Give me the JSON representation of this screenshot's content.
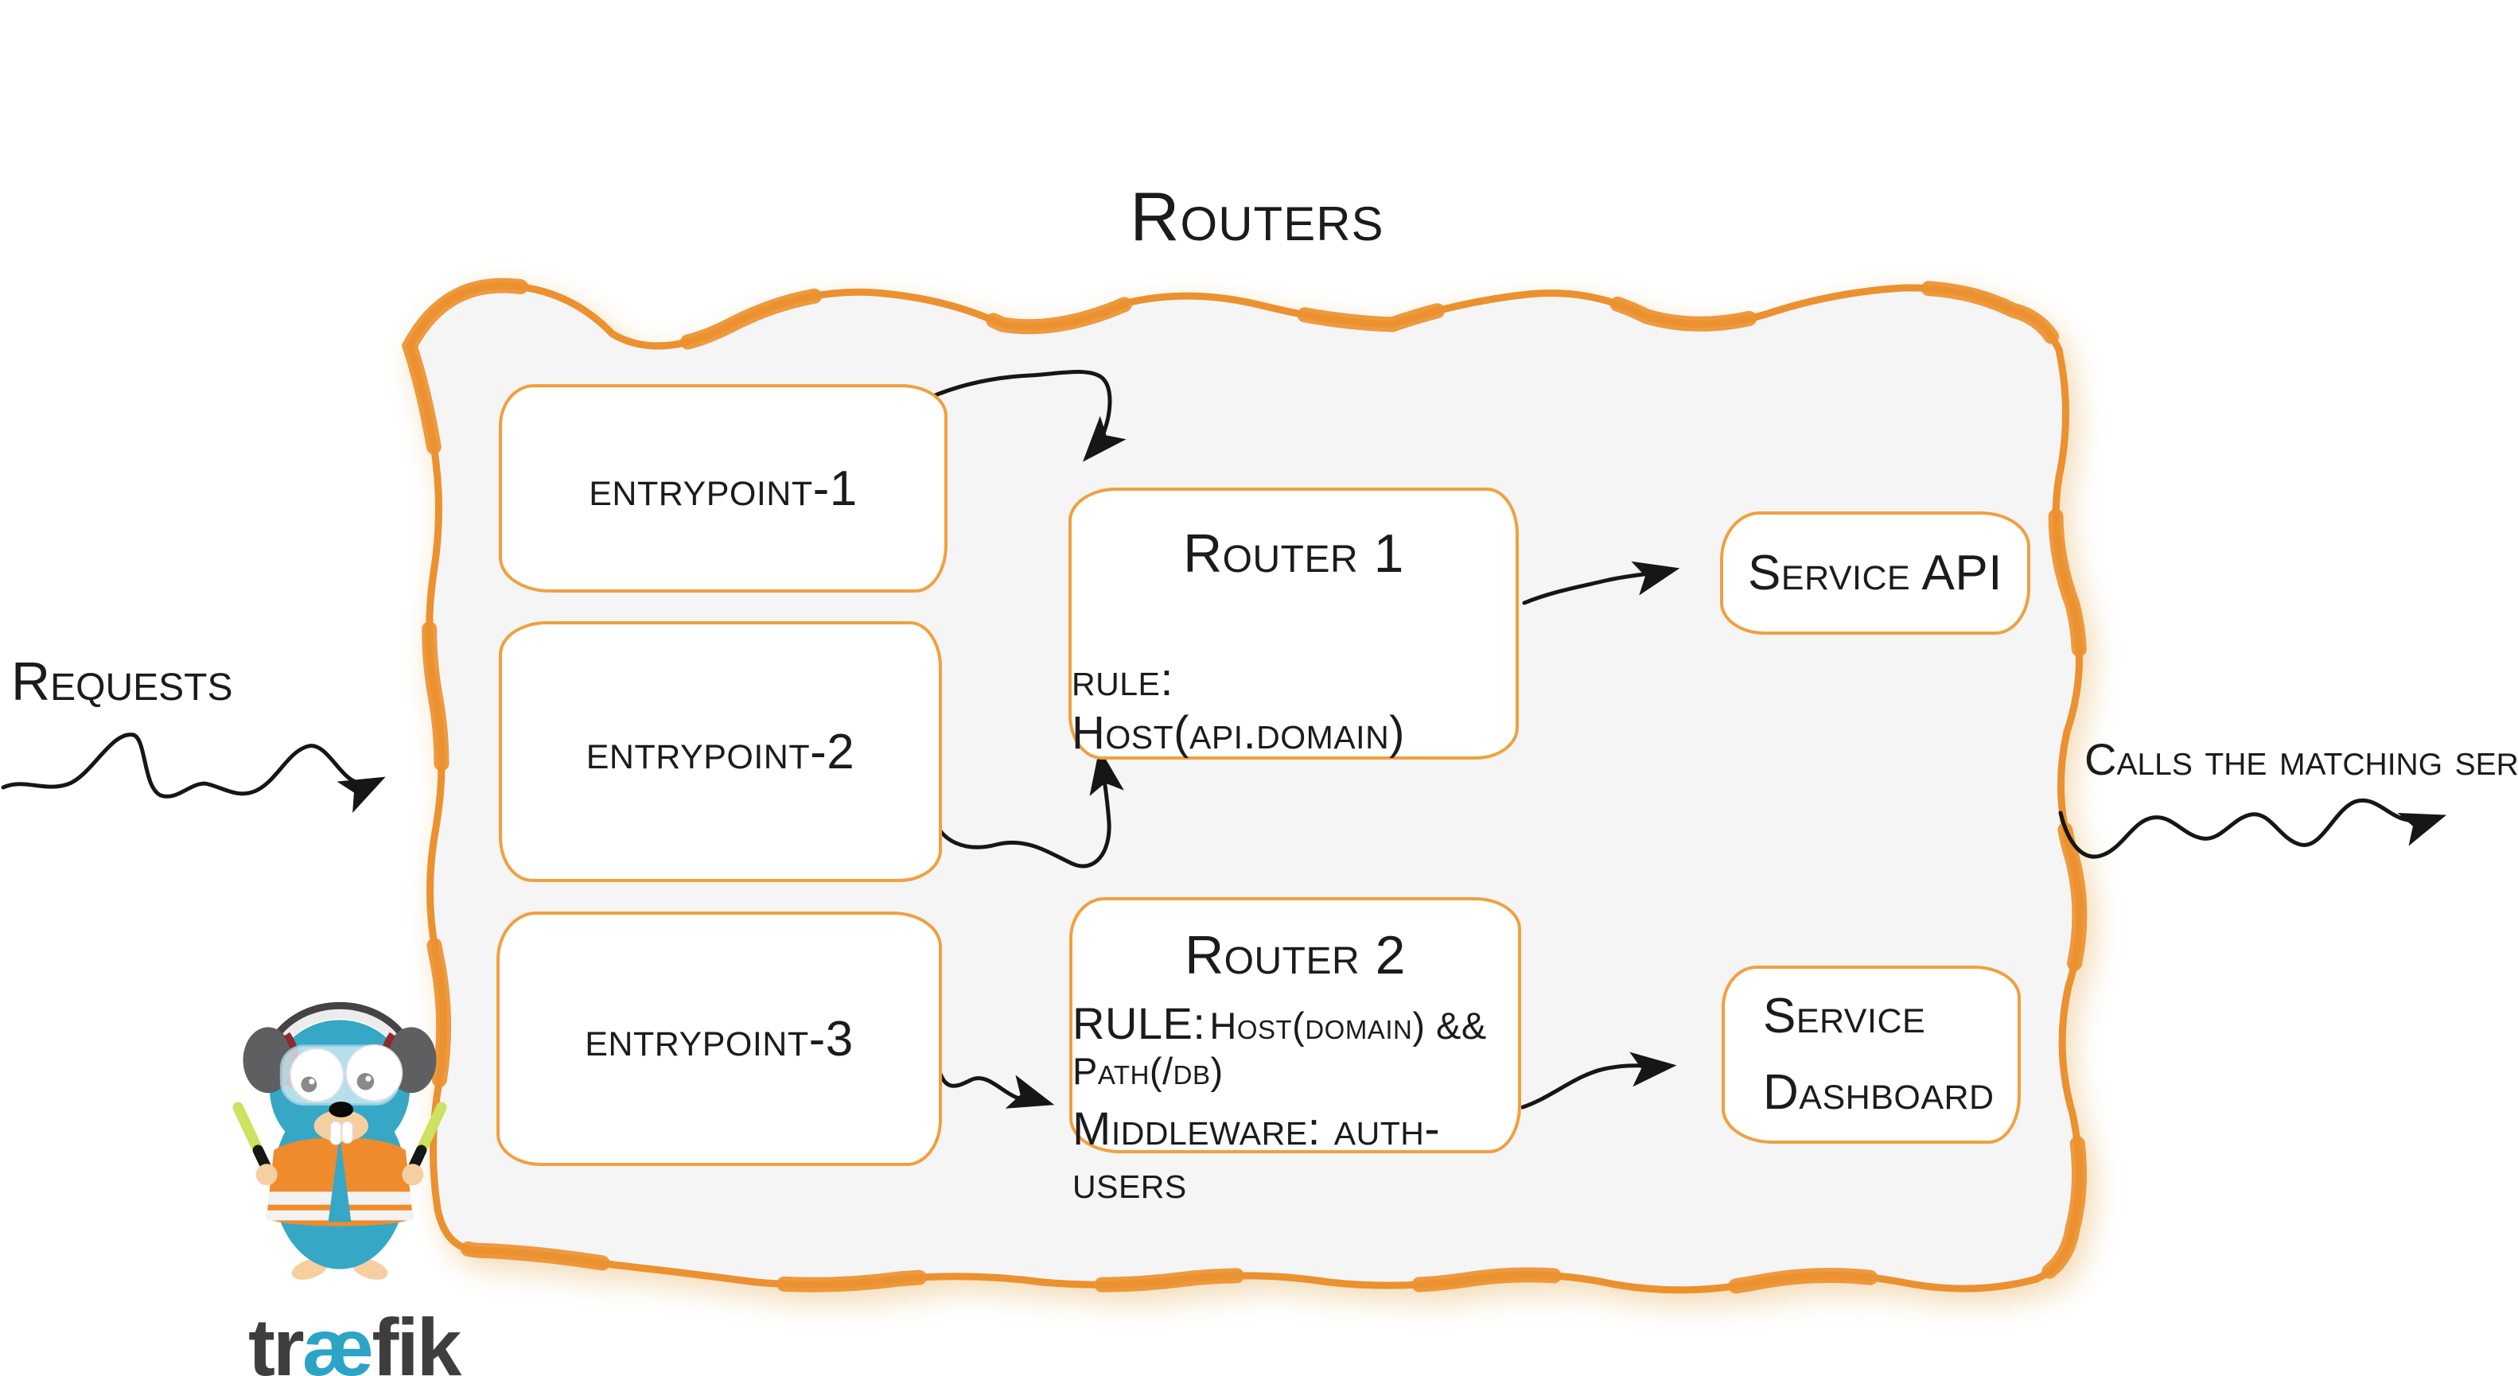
{
  "diagram": {
    "title": "Routers",
    "requests_label": "Requests",
    "calls_label": "Calls the matching server",
    "entrypoints": [
      {
        "label": "entrypoint-1"
      },
      {
        "label": "entrypoint-2"
      },
      {
        "label": "entrypoint-3"
      }
    ],
    "routers": [
      {
        "title": "Router 1",
        "rule": "rule: Host(api.domain)"
      },
      {
        "title": "Router 2",
        "rule_label": "RULE:",
        "rule_value": "Host(domain) && Path(/db)",
        "middleware": "Middleware: auth-users"
      }
    ],
    "services": [
      {
        "label": "Service API"
      },
      {
        "line1": "Service",
        "line2": "Dashboard"
      }
    ],
    "logo": {
      "part1": "tr",
      "part2": "æ",
      "part3": "fik"
    },
    "icons": {
      "arrows": [
        "requests-arrow",
        "entrypoint1-to-router1-arrow",
        "entrypoint2-to-router1-arrow",
        "entrypoint3-to-router2-arrow",
        "router1-to-service-api-arrow",
        "router2-to-service-dashboard-arrow",
        "calls-matching-server-arrow"
      ]
    },
    "colors": {
      "panel_border_orange": "#EB9130",
      "box_border_orange": "#F0A03F",
      "panel_fill": "#F5F5F6",
      "ink_black": "#1B1B1B",
      "traefik_teal": "#2BA4C6",
      "logo_dark": "#3E3E3E",
      "vest_orange": "#EE8B2D",
      "wand_green": "#CDE162"
    }
  }
}
